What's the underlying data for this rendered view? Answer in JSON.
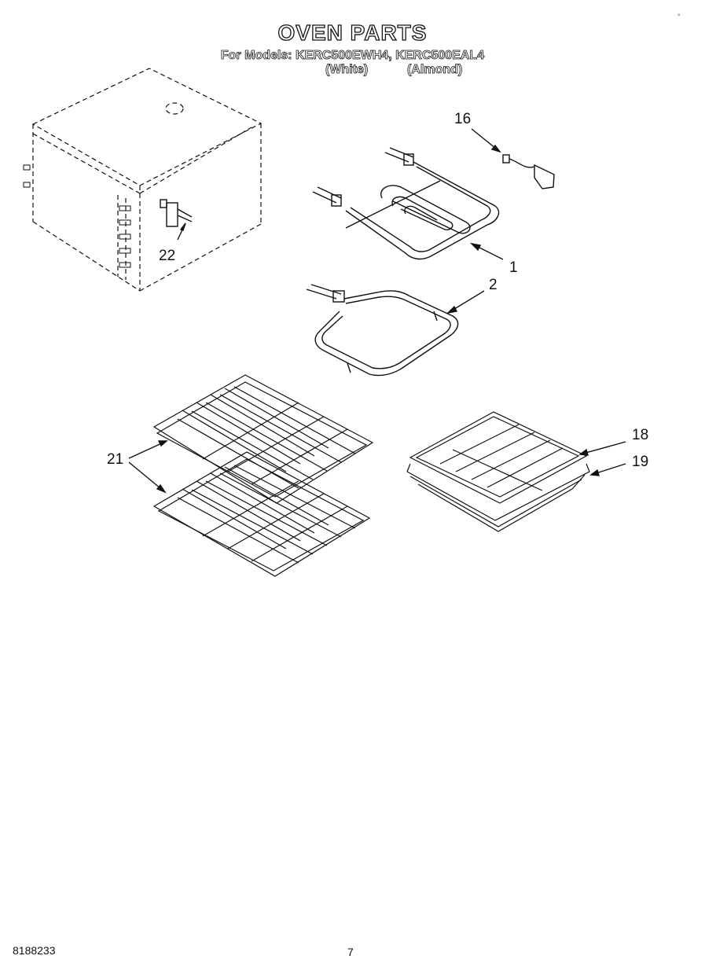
{
  "header": {
    "title": "OVEN PARTS",
    "models_line": "For Models: KERC500EWH4, KERC500EAL4",
    "variant_white": "(White)",
    "variant_almond": "(Almond)"
  },
  "callouts": {
    "c1": "1",
    "c2": "2",
    "c16": "16",
    "c18": "18",
    "c19": "19",
    "c21": "21",
    "c22": "22"
  },
  "footer": {
    "doc_number": "8188233",
    "page_number": "7"
  },
  "corner_mark": "◦"
}
